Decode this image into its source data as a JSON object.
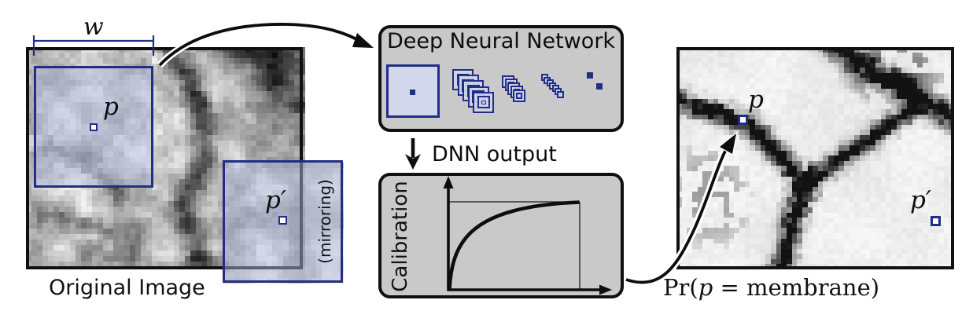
{
  "figure_left": {
    "window_width_label": "w",
    "point_label": "p",
    "mirrored_point_label": "p′",
    "mirroring_label": "(mirroring)",
    "caption": "Original Image"
  },
  "figure_middle": {
    "dnn_box_title": "Deep Neural Network",
    "dnn_output_label": "DNN output",
    "calibration_label": "Calibration"
  },
  "figure_right": {
    "point_label": "p",
    "mirrored_point_label": "p′",
    "caption_prefix": "Pr(",
    "caption_var": "p",
    "caption_suffix": " = membrane)"
  },
  "icons": [
    {
      "name": "input-patch-icon",
      "meaning": "input image patch with center pixel"
    },
    {
      "name": "feature-map-stack-large-icon",
      "meaning": "first convolutional layer feature maps"
    },
    {
      "name": "feature-map-stack-medium-icon",
      "meaning": "deeper layer feature maps"
    },
    {
      "name": "feature-map-stack-small-icon",
      "meaning": "deepest layer feature maps"
    },
    {
      "name": "output-units-icon",
      "meaning": "two output units"
    }
  ],
  "colors": {
    "navy": "#212e85",
    "box_fill": "#c9c9c9",
    "patch_tint": "rgba(178,188,228,0.48)",
    "ink": "#0d0d0d"
  }
}
